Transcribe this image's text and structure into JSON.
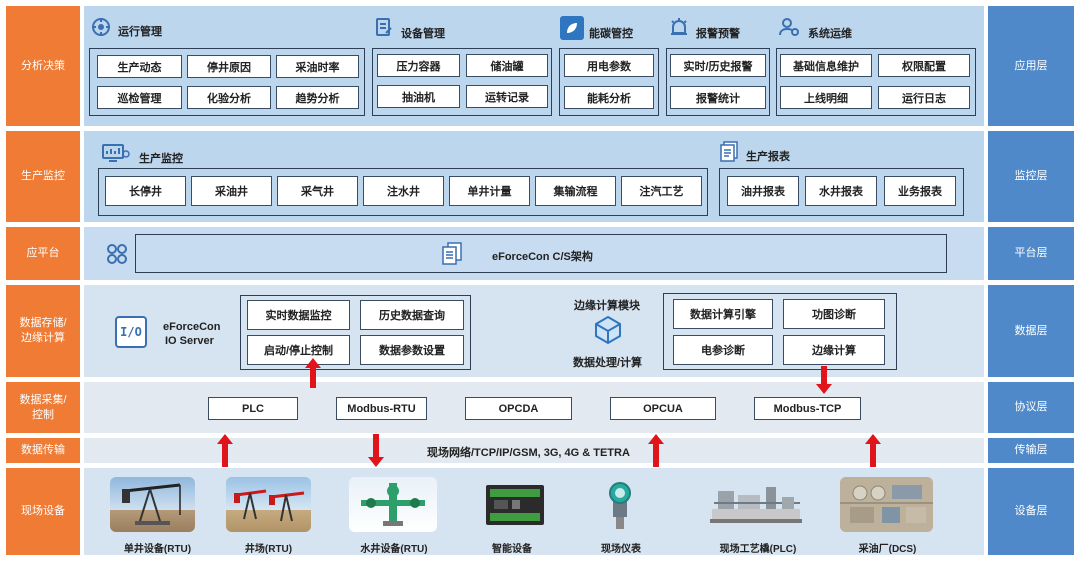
{
  "left_labels": [
    "分析决策",
    "生产监控",
    "应平台",
    "数据存储/\n边缘计算",
    "数据采集/\n控制",
    "数据传输",
    "现场设备"
  ],
  "right_labels": [
    "应用层",
    "监控层",
    "平台层",
    "数据层",
    "协议层",
    "传输层",
    "设备层"
  ],
  "app": {
    "groups": [
      {
        "title": "运行管理",
        "items": [
          "生产动态",
          "停井原因",
          "采油时率",
          "巡检管理",
          "化验分析",
          "趋势分析"
        ]
      },
      {
        "title": "设备管理",
        "items": [
          "压力容器",
          "储油罐",
          "抽油机",
          "运转记录"
        ]
      },
      {
        "title": "能碳管控",
        "items": [
          "用电参数",
          "能耗分析"
        ]
      },
      {
        "title": "报警预警",
        "items": [
          "实时/历史报警",
          "报警统计"
        ]
      },
      {
        "title": "系统运维",
        "items": [
          "基础信息维护",
          "权限配置",
          "上线明细",
          "运行日志"
        ]
      }
    ]
  },
  "monitor": {
    "production_title": "生产监控",
    "production_items": [
      "长停井",
      "采油井",
      "采气井",
      "注水井",
      "单井计量",
      "集输流程",
      "注汽工艺"
    ],
    "report_title": "生产报表",
    "report_items": [
      "油井报表",
      "水井报表",
      "业务报表"
    ]
  },
  "platform": {
    "title": "eForceCon C/S架构"
  },
  "data": {
    "io_icon_text": "I/O",
    "io_server_line1": "eForceCon",
    "io_server_line2": "IO Server",
    "io_items": [
      "实时数据监控",
      "历史数据查询",
      "启动/停止控制",
      "数据参数设置"
    ],
    "edge_title": "边缘计算模块",
    "edge_subtitle": "数据处理/计算",
    "edge_items": [
      "数据计算引擎",
      "功图诊断",
      "电参诊断",
      "边缘计算"
    ]
  },
  "protocols": [
    "PLC",
    "Modbus-RTU",
    "OPCDA",
    "OPCUA",
    "Modbus-TCP"
  ],
  "transport": {
    "text": "现场网络/TCP/IP/GSM, 3G, 4G & TETRA"
  },
  "devices": [
    "单井设备(RTU)",
    "井场(RTU)",
    "水井设备(RTU)",
    "智能设备",
    "现场仪表",
    "现场工艺橇(PLC)",
    "采油厂(DCS)"
  ],
  "colors": {
    "left": "#ef7b34",
    "right": "#4f89c9",
    "arrow": "#e0141b"
  }
}
